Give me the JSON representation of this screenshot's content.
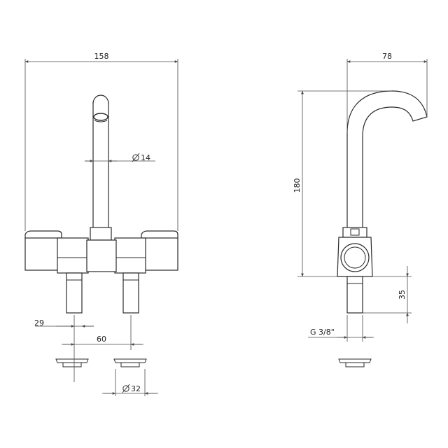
{
  "dimensions": {
    "front_width": "158",
    "pipe_diameter": "14",
    "inlet_offset": "29",
    "inlet_spacing": "60",
    "base_diameter": "32",
    "side_width": "78",
    "height": "180",
    "shank_length": "35",
    "thread": "G 3/8\""
  },
  "colors": {
    "line": "#2a2a2a",
    "dimension": "#4a4a4a"
  }
}
